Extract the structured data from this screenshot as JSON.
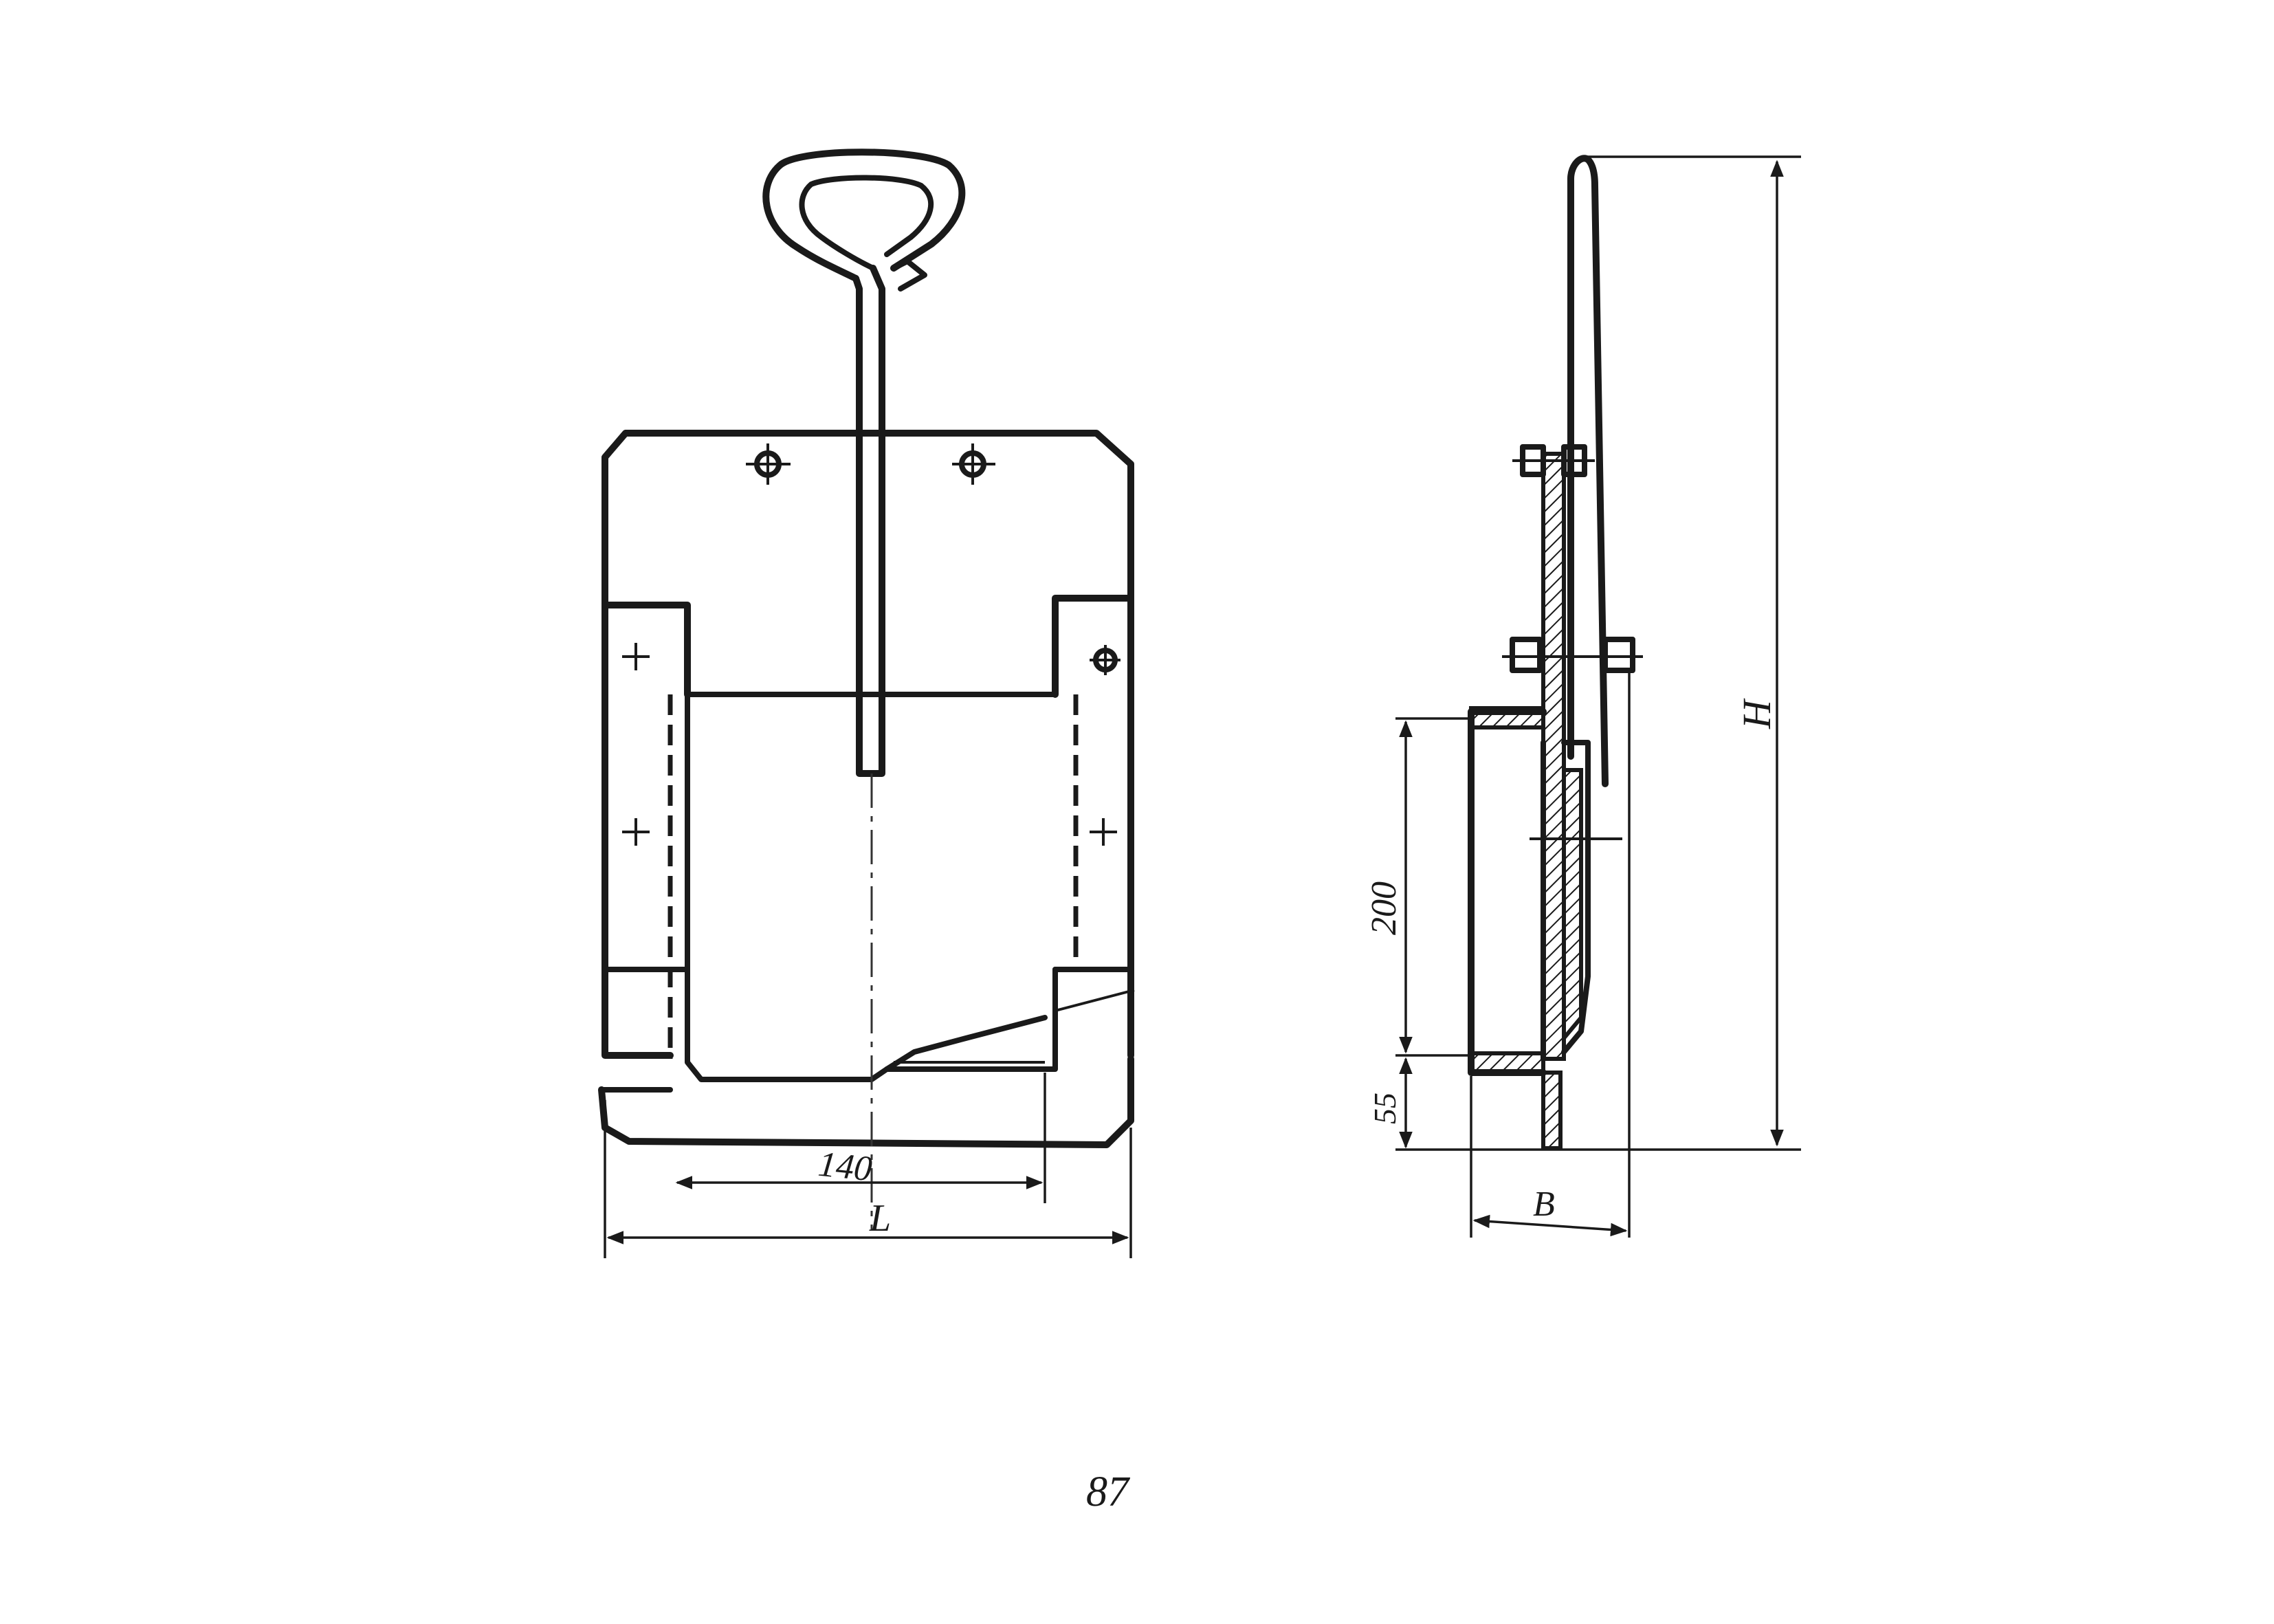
{
  "front_view": {
    "dim_140": "140",
    "dim_L": "L"
  },
  "side_view": {
    "dim_H": "H",
    "dim_200": "200",
    "dim_55": "55",
    "dim_B": "B"
  },
  "page_number": "87"
}
